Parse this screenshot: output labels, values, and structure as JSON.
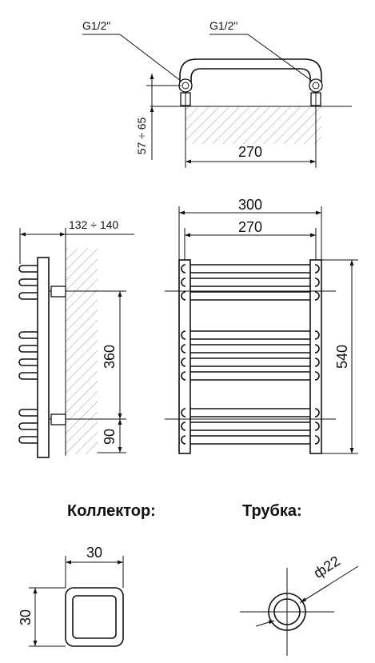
{
  "top_view": {
    "thread_left": "G1/2\"",
    "thread_right": "G1/2\"",
    "wall_gap": "57 ÷ 65",
    "center_distance": "270"
  },
  "side_view": {
    "depth": "132 ÷ 140",
    "connection_height": "360",
    "bottom_offset": "90"
  },
  "front_view": {
    "overall_width": "300",
    "center_width": "270",
    "overall_height": "540"
  },
  "collector": {
    "heading": "Коллектор:",
    "width": "30",
    "height": "30"
  },
  "tube": {
    "heading": "Трубка:",
    "diameter": "ф22"
  },
  "colors": {
    "line": "#111111",
    "background": "#ffffff"
  }
}
